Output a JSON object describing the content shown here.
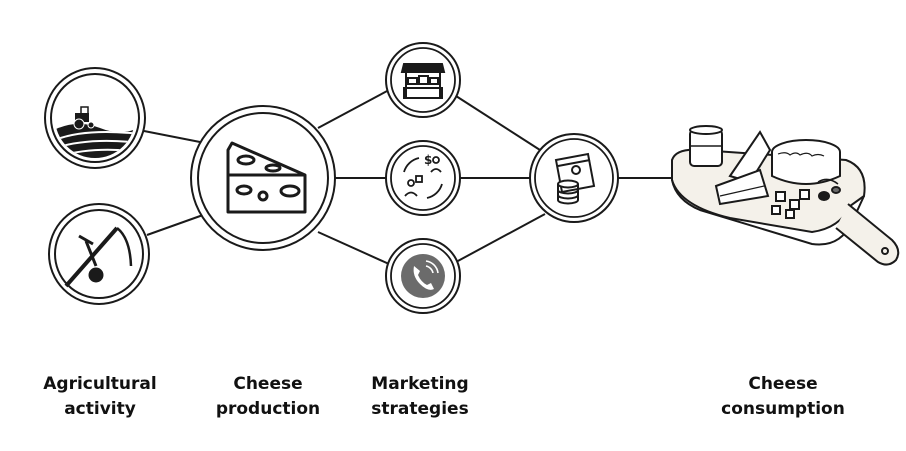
{
  "diagram": {
    "colors": {
      "stroke": "#1a1a1a",
      "fill": "#ffffff",
      "muted": "#6b6b6b",
      "board": "#f4f1ea"
    },
    "nodes": [
      {
        "id": "agri-land",
        "icon": "tractor-field-icon"
      },
      {
        "id": "agri-tools",
        "icon": "scythe-icon"
      },
      {
        "id": "cheese",
        "icon": "cheese-wedge-icon"
      },
      {
        "id": "market-stall",
        "icon": "market-stall-icon"
      },
      {
        "id": "market-exchange",
        "icon": "money-exchange-icon"
      },
      {
        "id": "market-phone",
        "icon": "phone-icon"
      },
      {
        "id": "sales",
        "icon": "money-coins-icon"
      },
      {
        "id": "consumption",
        "icon": "cheese-board-icon"
      }
    ]
  },
  "labels": [
    {
      "id": "agricultural",
      "lines": [
        "Agricultural",
        "activity"
      ]
    },
    {
      "id": "production",
      "lines": [
        "Cheese",
        "production"
      ]
    },
    {
      "id": "marketing",
      "lines": [
        "Marketing",
        "strategies"
      ]
    },
    {
      "id": "consumption",
      "lines": [
        "Cheese",
        "consumption"
      ]
    }
  ]
}
